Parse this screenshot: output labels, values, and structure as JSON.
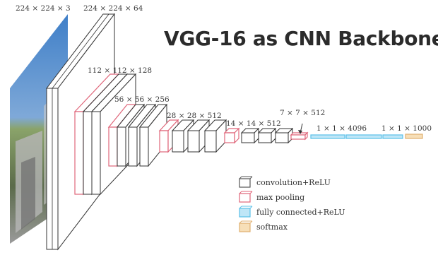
{
  "title": "VGG-16 as CNN Backbone",
  "layers": {
    "input": "224 × 224 × 3",
    "conv1": "224 × 224 × 64",
    "conv2": "112 × 112 × 128",
    "conv3": "56 × 56 × 256",
    "conv4": "28 × 28 × 512",
    "conv5": "14 × 14 × 512",
    "pool5": "7 × 7 × 512",
    "fc": "1 × 1 × 4096",
    "softmax": "1 × 1 × 1000"
  },
  "legend": [
    {
      "label": "convolution+ReLU",
      "color": "#555555"
    },
    {
      "label": "max pooling",
      "color": "#e0667a"
    },
    {
      "label": "fully connected+ReLU",
      "color": "#5bc0e8"
    },
    {
      "label": "softmax",
      "color": "#e0b070"
    }
  ]
}
